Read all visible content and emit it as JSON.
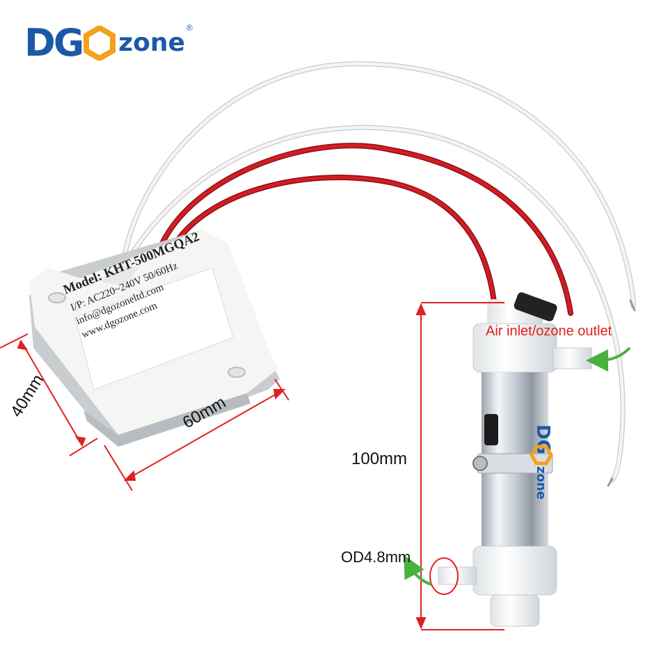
{
  "brand": {
    "prefix": "DG",
    "suffix": "zone",
    "reg": "®",
    "color": "#1c58a8",
    "accent": "#f4a11c"
  },
  "module_label": {
    "model": "Model: KHT-500MGQA2",
    "input": "I/P: AC220~240V  50/60Hz",
    "email": "info@dgozoneltd.com",
    "website": "www.dgozone.com"
  },
  "dimensions": {
    "width": "40mm",
    "length": "60mm",
    "tube_length": "100mm",
    "outlet_diameter": "OD4.8mm"
  },
  "annotations": {
    "inlet_outlet": "Air inlet/ozone outlet"
  },
  "colors": {
    "dimension_line": "#e02020",
    "arrow": "#49b23f",
    "red_wire": "#c4161c",
    "white_wire": "#f2f2f2"
  }
}
